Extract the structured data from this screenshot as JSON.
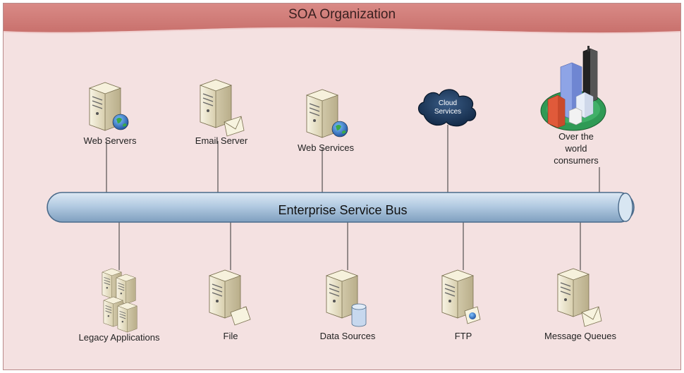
{
  "title": "SOA Organization",
  "bus": {
    "label": "Enterprise Service Bus"
  },
  "top_nodes": [
    {
      "id": "web-servers",
      "label": "Web Servers",
      "icon": "server-globe-icon"
    },
    {
      "id": "email-server",
      "label": "Email Server",
      "icon": "server-mail-icon"
    },
    {
      "id": "web-services",
      "label": "Web Services",
      "icon": "server-globe-icon"
    },
    {
      "id": "cloud-services",
      "label": "Cloud Services",
      "icon": "cloud-icon"
    },
    {
      "id": "consumers",
      "label": "Over the world consumers",
      "icon": "city-icon"
    }
  ],
  "bottom_nodes": [
    {
      "id": "legacy-applications",
      "label": "Legacy Applications",
      "icon": "server-cluster-icon"
    },
    {
      "id": "file",
      "label": "File",
      "icon": "server-file-icon"
    },
    {
      "id": "data-sources",
      "label": "Data Sources",
      "icon": "server-database-icon"
    },
    {
      "id": "ftp",
      "label": "FTP",
      "icon": "server-ftp-icon"
    },
    {
      "id": "message-queues",
      "label": "Message Queues",
      "icon": "server-mail-icon"
    }
  ],
  "colors": {
    "header": "#d4807c",
    "panel": "#f4e1e1",
    "bus": "#b8d0e6",
    "bus_stroke": "#4a6a8a"
  }
}
